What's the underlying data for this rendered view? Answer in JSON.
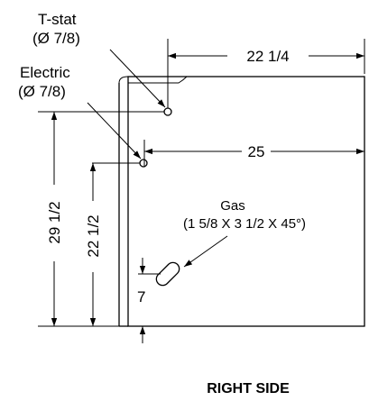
{
  "labels": {
    "tstat_name": "T-stat",
    "tstat_dia": "(Ø 7/8)",
    "electric_name": "Electric",
    "electric_dia": "(Ø 7/8)",
    "gas_name": "Gas",
    "gas_dims": "(1 5/8 X 3 1/2  X 45°)",
    "view_title": "RIGHT SIDE"
  },
  "dimensions": {
    "top_width": "22 1/4",
    "mid_width": "25",
    "left_height_outer": "29 1/2",
    "left_height_inner": "22 1/2",
    "gas_offset": "7"
  }
}
